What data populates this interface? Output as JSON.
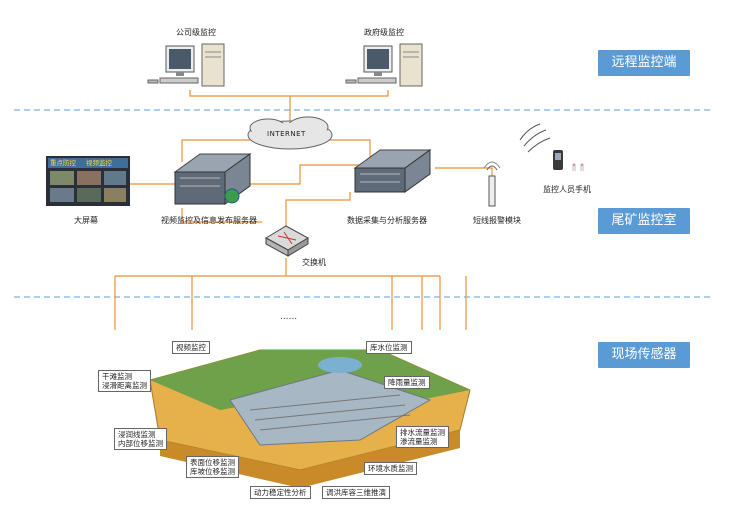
{
  "remote": {
    "company_monitor": "公司级监控",
    "government_monitor": "政府级监控",
    "tier_label": "远程监控端"
  },
  "control_room": {
    "internet": "INTERNET",
    "big_screen": "大屏幕",
    "video_server": "视频监控及信息发布服务器",
    "data_server": "数据采集与分析服务器",
    "sms_module": "短线报警模块",
    "phone": "监控人员手机",
    "switch": "交换机",
    "tier_label": "尾矿监控室",
    "big_screen_banner": [
      "重点防控",
      "视频监控"
    ]
  },
  "field": {
    "ellipsis": "......",
    "tier_label": "现场传感器",
    "video_monitor": "视频监控",
    "reservoir_level": "库水位监测",
    "beach_monitor": [
      "干滩监测",
      "浸滑距离监测"
    ],
    "rainfall": "降雨量监测",
    "seepage_line": [
      "浸润线监测",
      "内部位移监测"
    ],
    "surface_disp": [
      "表面位移监测",
      "库坡位移监测"
    ],
    "drainage": [
      "排水流量监测",
      "渗流量监测"
    ],
    "env_water": "环境水质监测",
    "dynamic_stability": "动力稳定性分析",
    "flood_3d": "调洪库容三维推演"
  },
  "colors": {
    "tier_bg": "#5b9bd5",
    "line": "#e8913a",
    "divider": "#5b9bd5"
  },
  "icons": [
    "monitor-icon",
    "server-icon",
    "cloud-icon",
    "antenna-icon",
    "phone-icon",
    "switch-icon",
    "globe-icon"
  ]
}
